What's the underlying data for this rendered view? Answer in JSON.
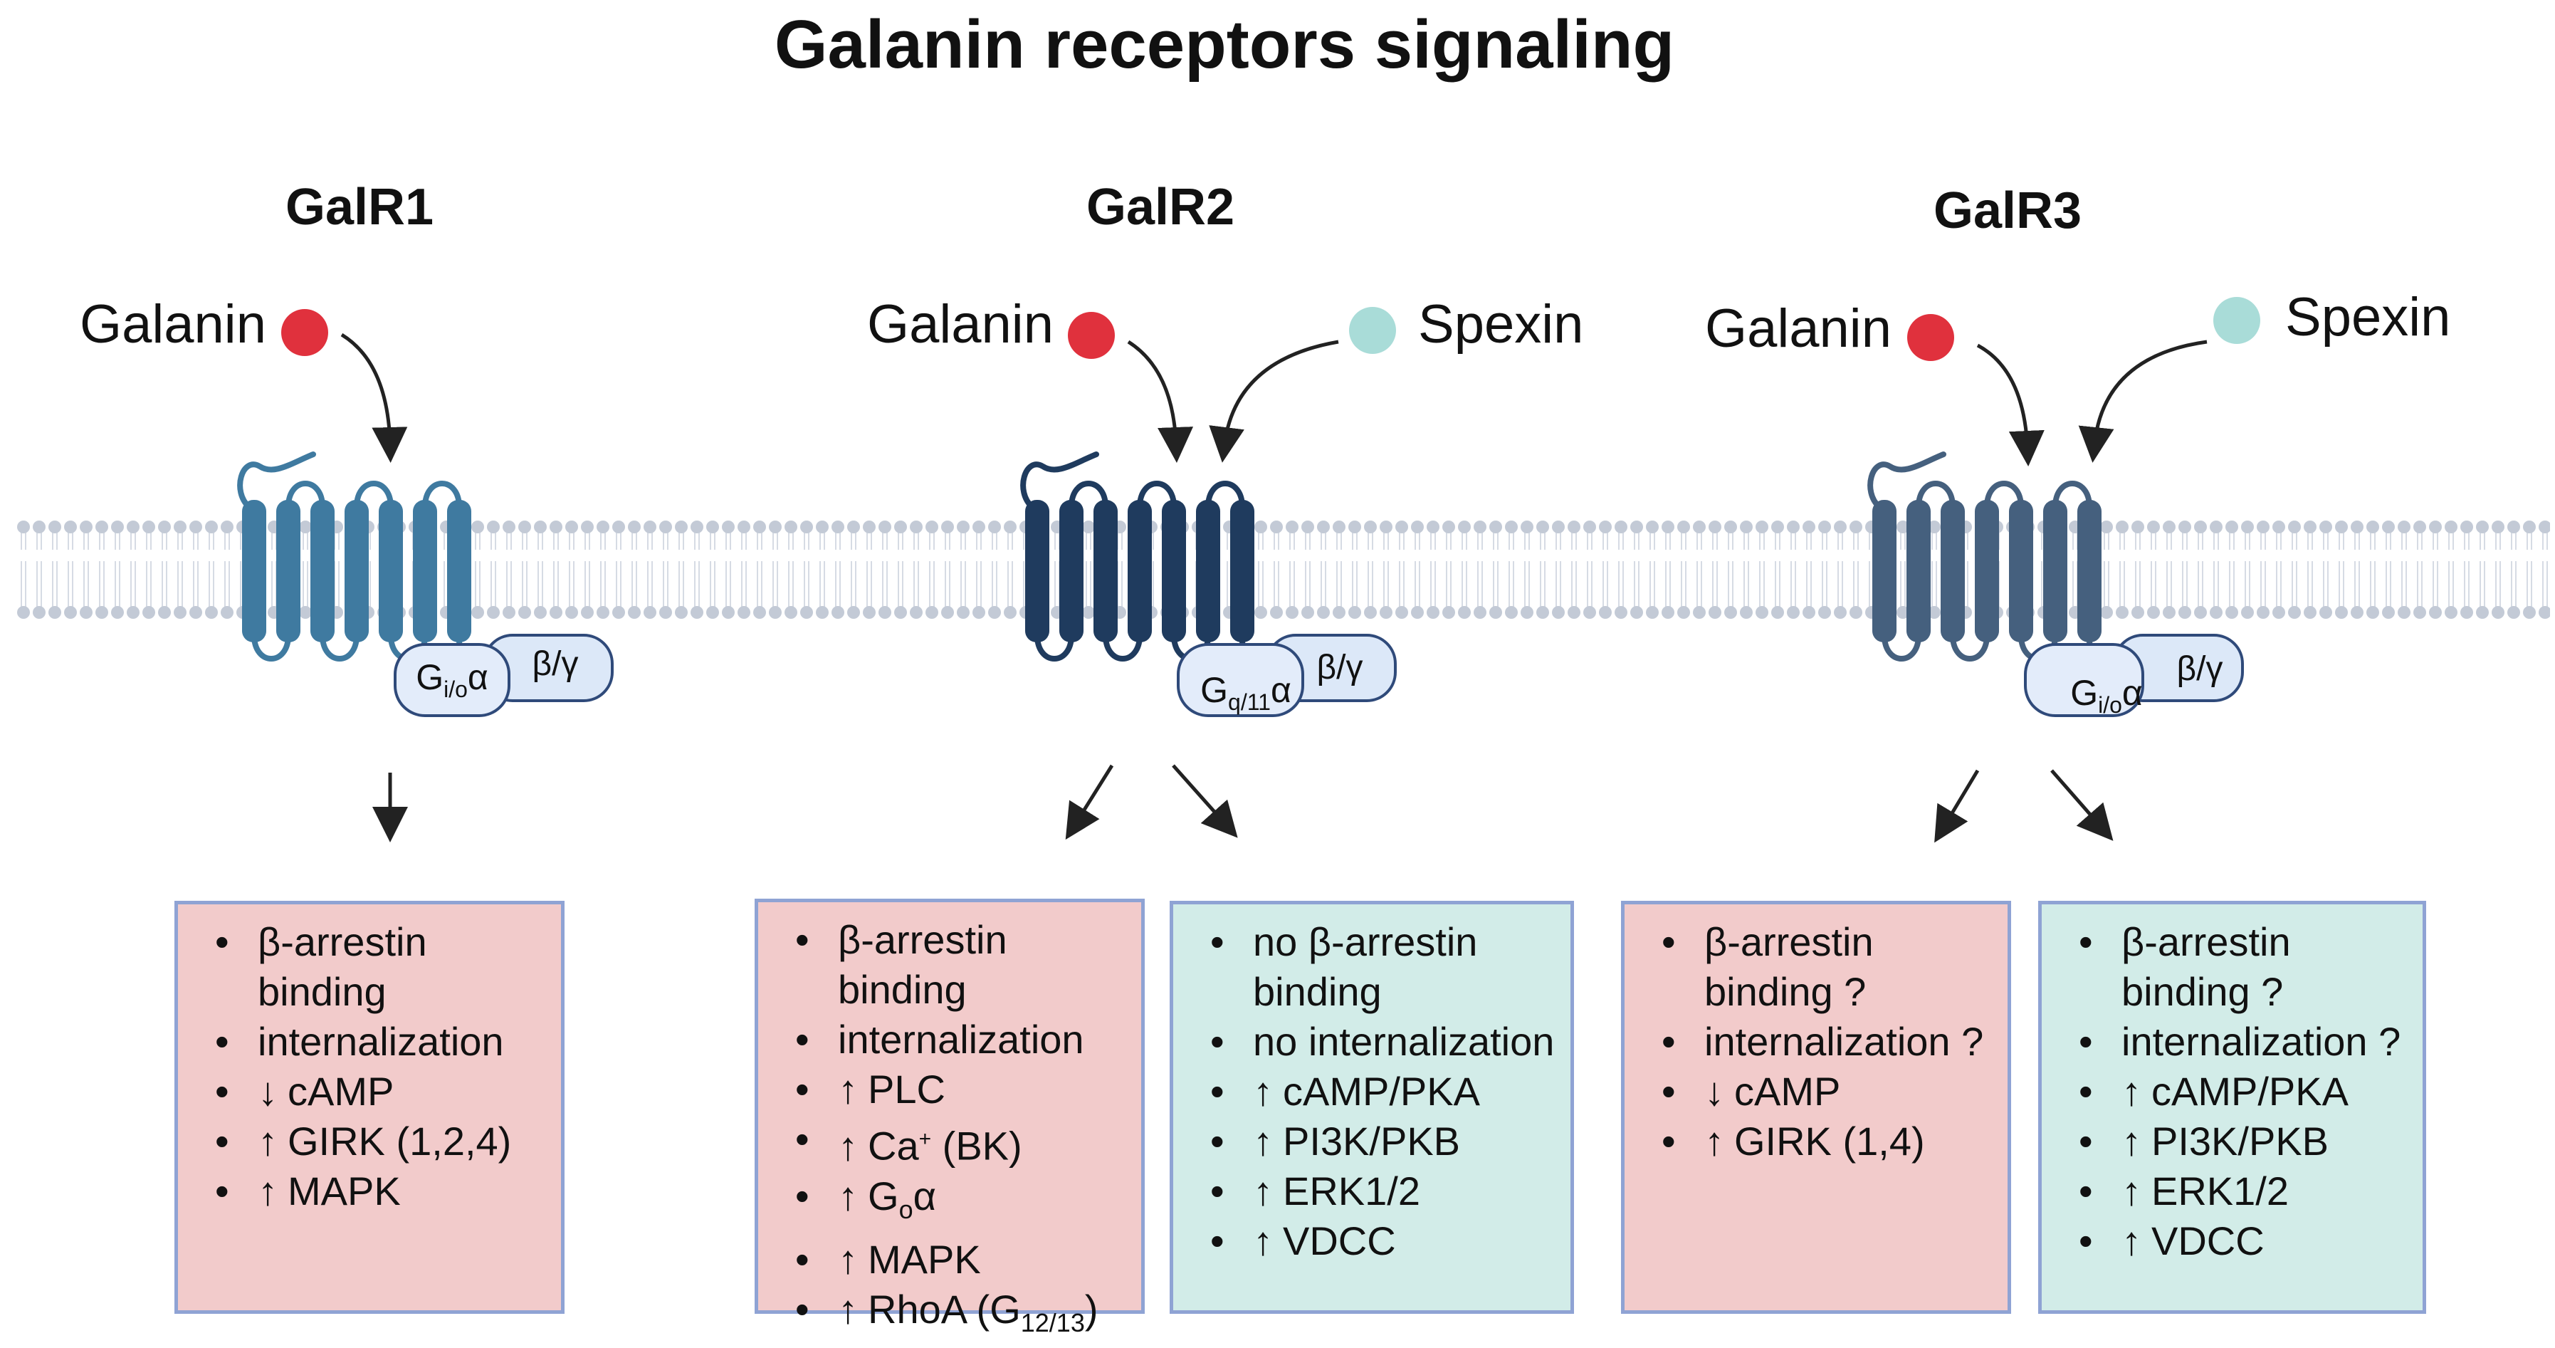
{
  "title": "Galanin receptors signaling",
  "receptors": [
    {
      "label": "GalR1",
      "ligands": [
        "Galanin"
      ],
      "g_protein": {
        "alpha_main": "G",
        "alpha_sub": "i/o",
        "alpha_greek": "α",
        "beta_gamma": "β/γ"
      },
      "color": "#3f7aa0"
    },
    {
      "label": "GalR2",
      "ligands": [
        "Galanin",
        "Spexin"
      ],
      "g_protein": {
        "alpha_main": "G",
        "alpha_sub": "q/11",
        "alpha_greek": "α",
        "beta_gamma": "β/γ"
      },
      "color": "#1f3b5e"
    },
    {
      "label": "GalR3",
      "ligands": [
        "Galanin",
        "Spexin"
      ],
      "g_protein": {
        "alpha_main": "G",
        "alpha_sub": "i/o",
        "alpha_greek": "α",
        "beta_gamma": "β/γ"
      },
      "color": "#45607e"
    }
  ],
  "colors": {
    "galanin": "#e0313d",
    "spexin": "#a9dcd8",
    "membrane": "#c5ccd8",
    "box_pink": "#f2cbcb",
    "box_teal": "#d2ece8",
    "box_border": "#8fa3d4"
  },
  "boxes": {
    "galr1": [
      {
        "bullet": "•",
        "text": "β-arrestin"
      },
      {
        "bullet": "",
        "text": "binding"
      },
      {
        "bullet": "•",
        "text": "internalization"
      },
      {
        "bullet": "•",
        "arrow": "↓",
        "text": "cAMP"
      },
      {
        "bullet": "•",
        "arrow": "↑",
        "text": "GIRK (1,2,4)"
      },
      {
        "bullet": "•",
        "arrow": "↑",
        "text": "MAPK"
      }
    ],
    "galr2_galanin": [
      {
        "bullet": "•",
        "text": "β-arrestin"
      },
      {
        "bullet": "",
        "text": "binding"
      },
      {
        "bullet": "•",
        "text": "internalization"
      },
      {
        "bullet": "•",
        "arrow": "↑",
        "text": "PLC"
      },
      {
        "bullet": "•",
        "arrow": "↑",
        "text": "Ca",
        "sup": "+",
        "after": " (BK)"
      },
      {
        "bullet": "•",
        "arrow": "↑",
        "text": "G",
        "sub": "o",
        "after": "α"
      },
      {
        "bullet": "•",
        "arrow": "↑",
        "text": "MAPK"
      },
      {
        "bullet": "•",
        "arrow": "↑",
        "text": "RhoA (G",
        "sub": "12/13",
        "after": ")"
      }
    ],
    "galr2_spexin": [
      {
        "bullet": "•",
        "text": "no β-arrestin"
      },
      {
        "bullet": "",
        "text": "binding"
      },
      {
        "bullet": "•",
        "text": "no internalization"
      },
      {
        "bullet": "•",
        "arrow": "↑",
        "text": "cAMP/PKA"
      },
      {
        "bullet": "•",
        "arrow": "↑",
        "text": "PI3K/PKB"
      },
      {
        "bullet": "•",
        "arrow": "↑",
        "text": "ERK1/2"
      },
      {
        "bullet": "•",
        "arrow": "↑",
        "text": "VDCC"
      }
    ],
    "galr3_galanin": [
      {
        "bullet": "•",
        "text": "β-arrestin"
      },
      {
        "bullet": "",
        "text": "binding ?"
      },
      {
        "bullet": "•",
        "text": "internalization ?"
      },
      {
        "bullet": "•",
        "arrow": "↓",
        "text": "cAMP"
      },
      {
        "bullet": "•",
        "arrow": "↑",
        "text": "GIRK (1,4)"
      }
    ],
    "galr3_spexin": [
      {
        "bullet": "•",
        "text": "β-arrestin"
      },
      {
        "bullet": "",
        "text": "binding ?"
      },
      {
        "bullet": "•",
        "text": "internalization ?"
      },
      {
        "bullet": "•",
        "arrow": "↑",
        "text": "cAMP/PKA"
      },
      {
        "bullet": "•",
        "arrow": "↑",
        "text": "PI3K/PKB"
      },
      {
        "bullet": "•",
        "arrow": "↑",
        "text": "ERK1/2"
      },
      {
        "bullet": "•",
        "arrow": "↑",
        "text": "VDCC"
      }
    ]
  }
}
